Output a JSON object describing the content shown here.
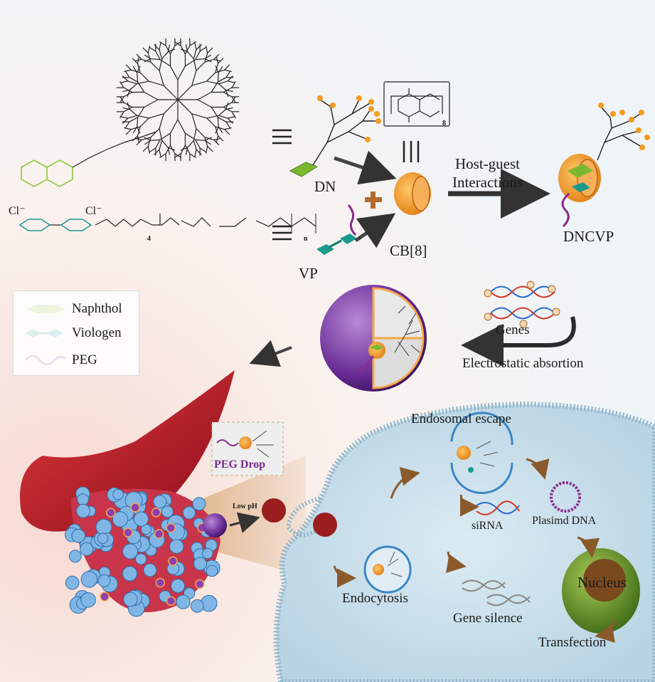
{
  "labels": {
    "dn": "DN",
    "vp": "VP",
    "cb8": "CB[8]",
    "host_guest_1": "Host-guest",
    "host_guest_2": "Interactions",
    "dncvp": "DNCVP",
    "genes": "Genes",
    "electrostatic": "Electrostatic absortion",
    "peg_drop": "PEG Drop",
    "low_ph": "Low pH",
    "endosomal_escape": "Endosomal escape",
    "sirna": "siRNA",
    "plasmid": "Plasimd DNA",
    "endocytosis": "Endocytosis",
    "gene_silence": "Gene silence",
    "nucleus": "Nucleus",
    "transfection": "Transfection"
  },
  "legend": {
    "naphthol": "Naphthol",
    "viologen": "Viologen",
    "peg": "PEG"
  },
  "structure": {
    "cl1": "Cl⁻",
    "cl2": "Cl⁻",
    "sub4": "4",
    "subn": "n",
    "sub8": "8",
    "equiv": "≡",
    "equiv_vertical": "|||"
  },
  "colors": {
    "naphthol": "#7cb82f",
    "viologen": "#1a9b8e",
    "peg": "#8b2a8c",
    "cb8": "#f39c1f",
    "vessel": "#b8142a",
    "cell": "#cfe3ee"
  }
}
